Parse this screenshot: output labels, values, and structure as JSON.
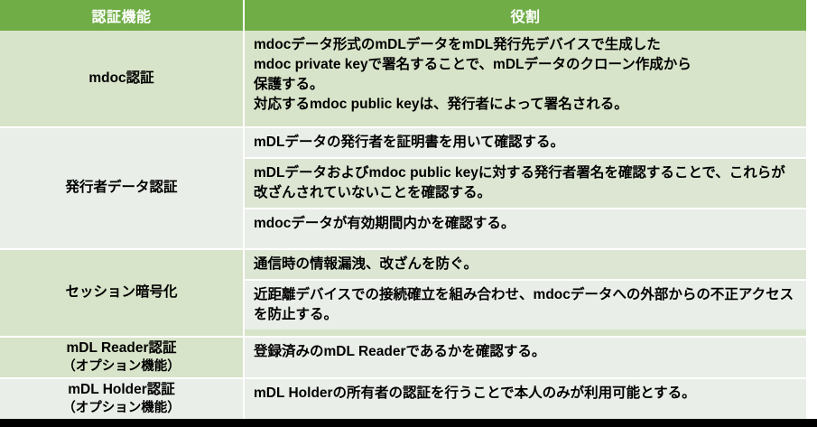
{
  "table": {
    "headers": {
      "feature": "認証機能",
      "role": "役割"
    },
    "rows": [
      {
        "feature": "mdoc認証",
        "feature_sub": "",
        "entries": [
          "mdocデータ形式のmDLデータをmDL発行先デバイスで生成した\nmdoc private keyで署名することで、mDLデータのクローン作成から\n保護する。\n対応するmdoc public keyは、発行者によって署名される。"
        ]
      },
      {
        "feature": "発行者データ認証",
        "feature_sub": "",
        "entries": [
          "mDLデータの発行者を証明書を用いて確認する。",
          "mDLデータおよびmdoc public keyに対する発行者署名を確認することで、これらが改ざんされていないことを確認する。",
          "mdocデータが有効期間内かを確認する。"
        ]
      },
      {
        "feature": "セッション暗号化",
        "feature_sub": "",
        "entries": [
          "通信時の情報漏洩、改ざんを防ぐ。",
          "近距離デバイスでの接続確立を組み合わせ、mdocデータへの外部からの不正アクセスを防止する。"
        ]
      },
      {
        "feature": "mDL Reader認証",
        "feature_sub": "（オプション機能）",
        "entries": [
          "登録済みのmDL Readerであるかを確認する。"
        ]
      },
      {
        "feature": "mDL Holder認証",
        "feature_sub": "（オプション機能）",
        "entries": [
          "mDL Holderの所有者の認証を行うことで本人のみが利用可能とする。"
        ]
      }
    ]
  },
  "colors": {
    "header_green": "#70ad47",
    "tint_mid": "#d8e4c9",
    "tint_mid_alt": "#dce6d3",
    "tint_pale": "#e9eee8",
    "band": "#000000",
    "header_text": "#ffffff",
    "body_text": "#000000"
  }
}
